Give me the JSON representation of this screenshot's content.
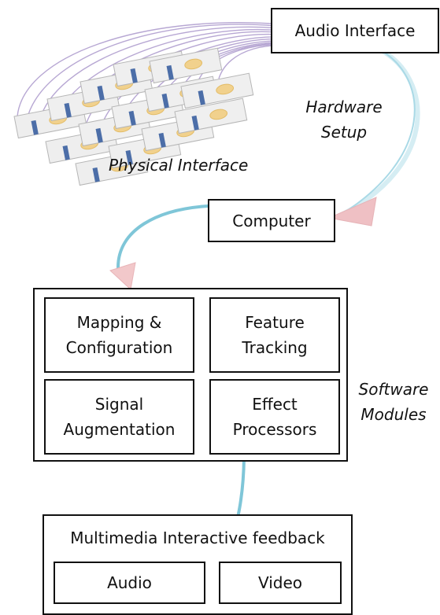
{
  "hardware": {
    "audio_interface": "Audio Interface",
    "computer": "Computer",
    "physical_interface": "Physical Interface",
    "setup_label": "Hardware\nSetup"
  },
  "software": {
    "label": "Software\nModules",
    "modules": [
      "Mapping &\nConfiguration",
      "Feature\nTracking",
      "Signal\nAugmentation",
      "Effect\nProcessors"
    ]
  },
  "feedback": {
    "title": "Multimedia Interactive feedback",
    "outputs": [
      "Audio",
      "Video"
    ]
  }
}
